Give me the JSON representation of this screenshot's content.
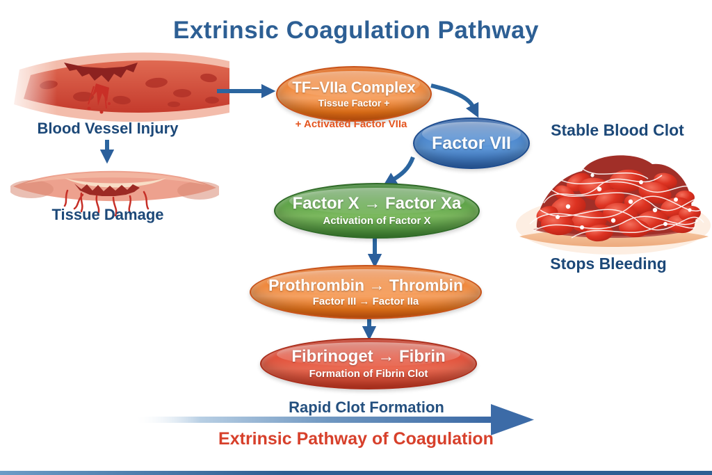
{
  "title": "Extrinsic Coagulation Pathway",
  "left_panel": {
    "injury_label": "Blood Vessel Injury",
    "damage_label": "Tissue Damage"
  },
  "flowchart": {
    "nodes": [
      {
        "label": "TF–VIIa Complex",
        "sublabel": "Tissue Factor +",
        "caption": "+ Activated Factor VIIa"
      },
      {
        "label": "Factor VII"
      },
      {
        "label": "Factor X → Factor Xa",
        "sublabel": "Activation of Factor X"
      },
      {
        "label": "Prothrombin → Thrombin",
        "sublabel": "Factor III → Factor IIa"
      },
      {
        "label": "Fibrinoget → Fibrin",
        "sublabel": "Formation of Fibrin Clot"
      }
    ]
  },
  "right_panel": {
    "clot_label": "Stable Blood Clot",
    "result_label": "Stops Bleeding"
  },
  "footer": {
    "arrow_label": "Rapid Clot Formation",
    "pathway_label": "Extrinsic Pathway of Coagulation"
  },
  "colors": {
    "title_blue": "#2d5f94",
    "label_navy": "#1c4878",
    "arrow_blue": "#2b5f9b",
    "node_orange": "#ee7d1e",
    "node_blue": "#2f67b2",
    "node_green": "#418b33",
    "node_red": "#d13c26",
    "caption_orange": "#e4551f",
    "accent_red": "#d7402b"
  }
}
